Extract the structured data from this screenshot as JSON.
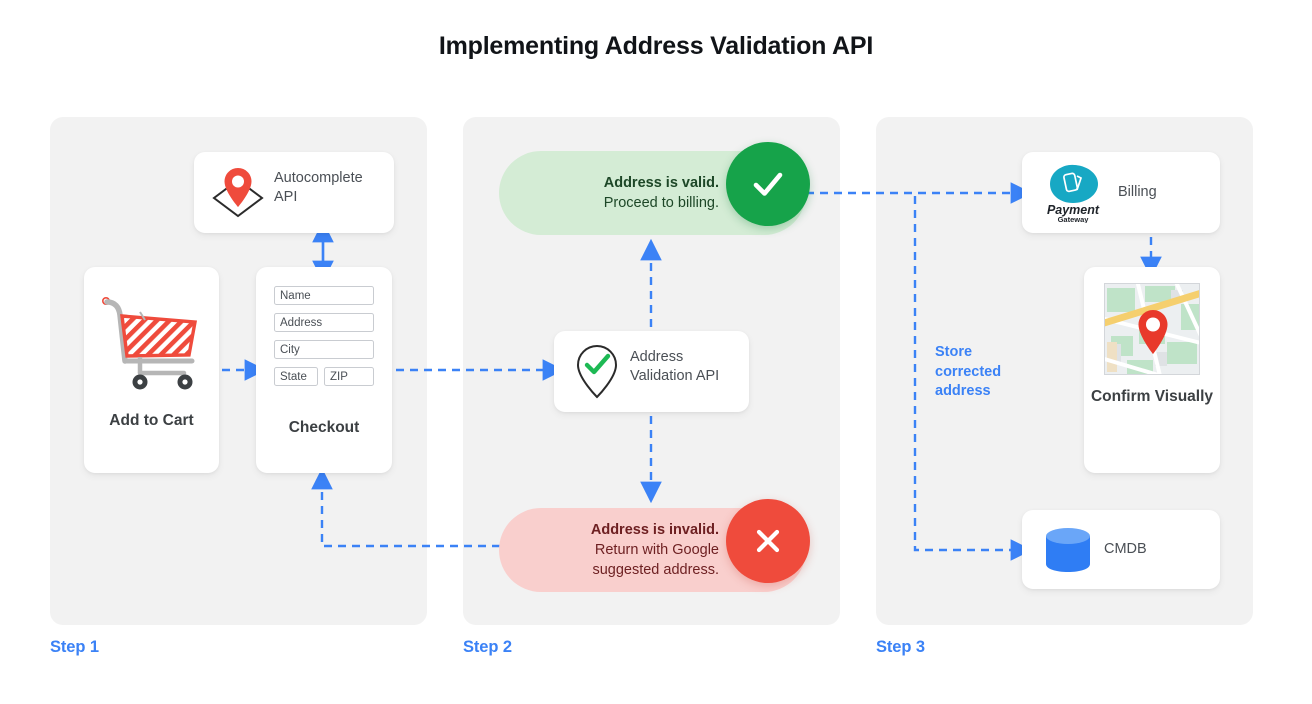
{
  "page": {
    "title": "Implementing Address Validation API",
    "background": "#ffffff",
    "accent_blue": "#3b82f6",
    "panel_bg": "#f2f2f2"
  },
  "steps": [
    {
      "label": "Step 1"
    },
    {
      "label": "Step 2"
    },
    {
      "label": "Step 3"
    }
  ],
  "step1": {
    "autocomplete_card": {
      "icon": "map-pin-diamond-icon",
      "label": "Autocomplete API"
    },
    "cart_card": {
      "icon": "shopping-cart-icon",
      "label": "Add to Cart"
    },
    "checkout_card": {
      "label": "Checkout",
      "fields": [
        {
          "name": "name-field",
          "placeholder": "Name"
        },
        {
          "name": "address-field",
          "placeholder": "Address"
        },
        {
          "name": "city-field",
          "placeholder": "City"
        },
        {
          "name": "state-field",
          "placeholder": "State"
        },
        {
          "name": "zip-field",
          "placeholder": "ZIP"
        }
      ]
    }
  },
  "step2": {
    "valid_pill": {
      "line1": "Address is valid.",
      "line2": "Proceed to billing.",
      "badge_icon": "check-icon",
      "bg_color": "#d4ecd5",
      "badge_color": "#16a34a",
      "text_color": "#1d4727"
    },
    "invalid_pill": {
      "line1": "Address is invalid.",
      "line2": "Return with Google",
      "line3": "suggested address.",
      "badge_icon": "close-x-icon",
      "bg_color": "#f9cfcd",
      "badge_color": "#ef4b3c",
      "text_color": "#6d1f21"
    },
    "validation_card": {
      "icon": "pin-check-icon",
      "label": "Address Validation API"
    }
  },
  "step3": {
    "billing_card": {
      "icon": "payment-gateway-logo",
      "logo_primary_text": "Payment",
      "logo_secondary_text": "Gateway",
      "label": "Billing"
    },
    "confirm_card": {
      "icon": "map-thumbnail",
      "label": "Confirm Visually"
    },
    "cmdb_card": {
      "icon": "database-cylinder-icon",
      "label": "CMDB"
    },
    "store_note": "Store corrected address"
  }
}
